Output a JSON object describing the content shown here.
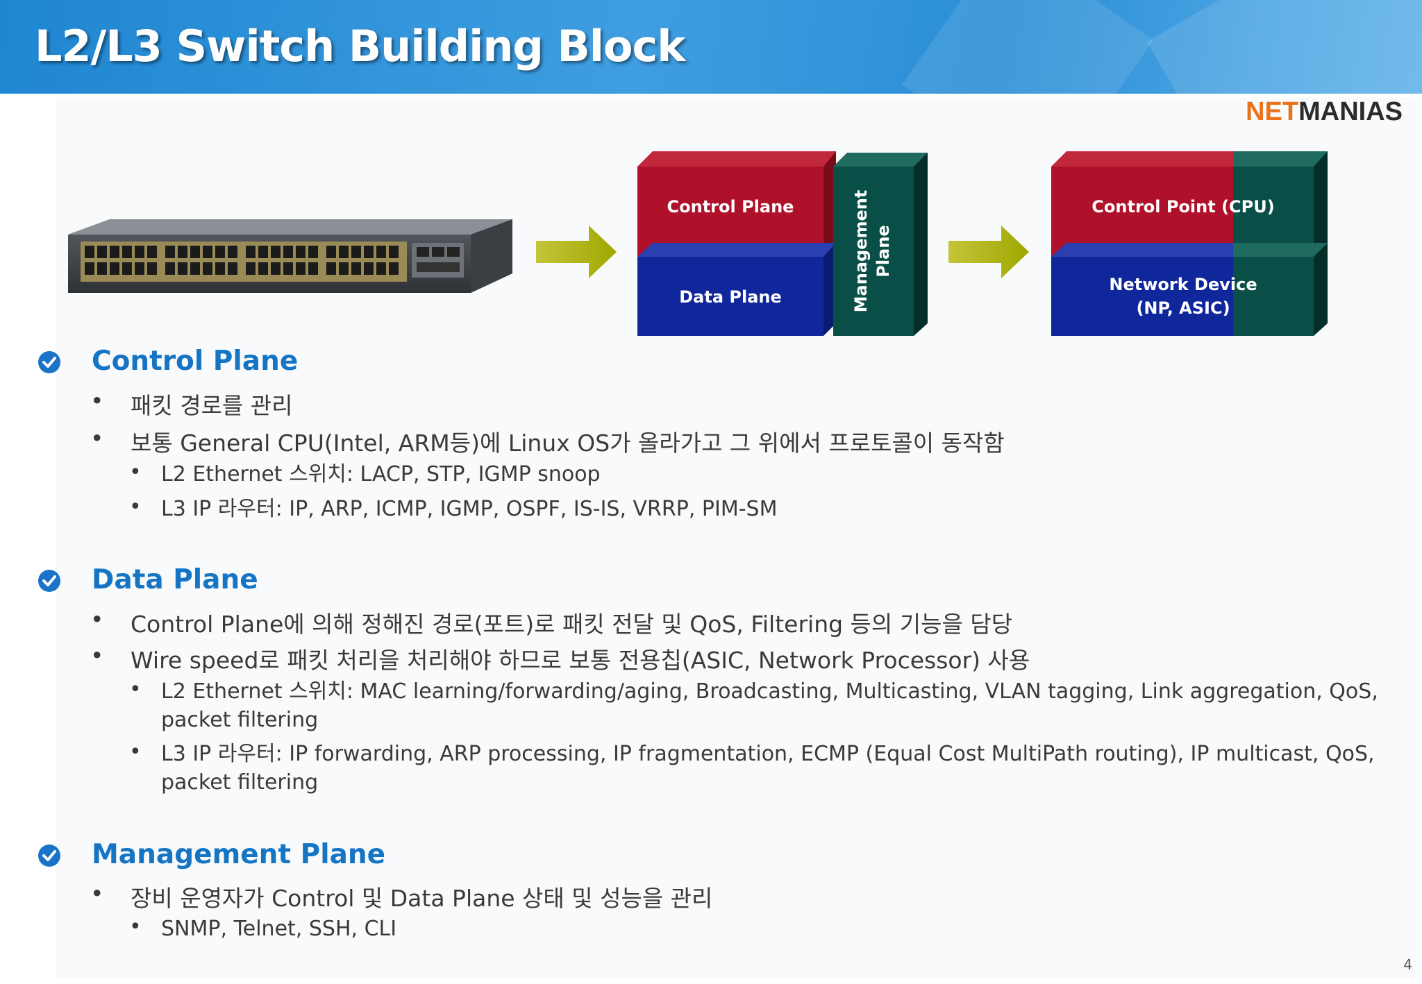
{
  "title": "L2/L3 Switch Building Block",
  "logo": {
    "part1": "NET",
    "part2": "MANIAS"
  },
  "diagram1": {
    "control": "Control Plane",
    "data": "Data Plane",
    "management_line1": "Management",
    "management_line2": "Plane"
  },
  "diagram2": {
    "control": "Control Point (CPU)",
    "data_line1": "Network Device",
    "data_line2": "(NP, ASIC)"
  },
  "colors": {
    "header": "#2a8ed6",
    "control_red": "#b0112a",
    "data_blue": "#10279c",
    "mgmt_green": "#0a4f47",
    "arrow": "#b4b800",
    "heading_blue": "#1575c4"
  },
  "sections": [
    {
      "heading": "Control Plane",
      "bullets": [
        "패킷 경로를 관리",
        "보통 General CPU(Intel, ARM등)에 Linux OS가 올라가고 그 위에서 프로토콜이 동작함"
      ],
      "sub": [
        "L2 Ethernet 스위치: LACP, STP, IGMP snoop",
        "L3 IP 라우터: IP, ARP, ICMP, IGMP, OSPF, IS-IS, VRRP, PIM-SM"
      ]
    },
    {
      "heading": "Data Plane",
      "bullets": [
        "Control Plane에 의해 정해진 경로(포트)로 패킷 전달 및 QoS, Filtering 등의 기능을 담당",
        "Wire speed로 패킷 처리을 처리해야 하므로 보통 전용칩(ASIC, Network Processor) 사용"
      ],
      "sub": [
        "L2 Ethernet 스위치: MAC learning/forwarding/aging, Broadcasting, Multicasting, VLAN tagging, Link aggregation, QoS, packet filtering",
        "L3 IP 라우터: IP forwarding, ARP processing, IP fragmentation, ECMP (Equal Cost MultiPath routing), IP multicast, QoS, packet filtering"
      ]
    },
    {
      "heading": "Management Plane",
      "bullets": [
        "장비 운영자가 Control 및 Data Plane 상태 및 성능을 관리"
      ],
      "sub": [
        "SNMP, Telnet, SSH, CLI"
      ]
    }
  ],
  "bullet_char": "•",
  "page_number": "4"
}
